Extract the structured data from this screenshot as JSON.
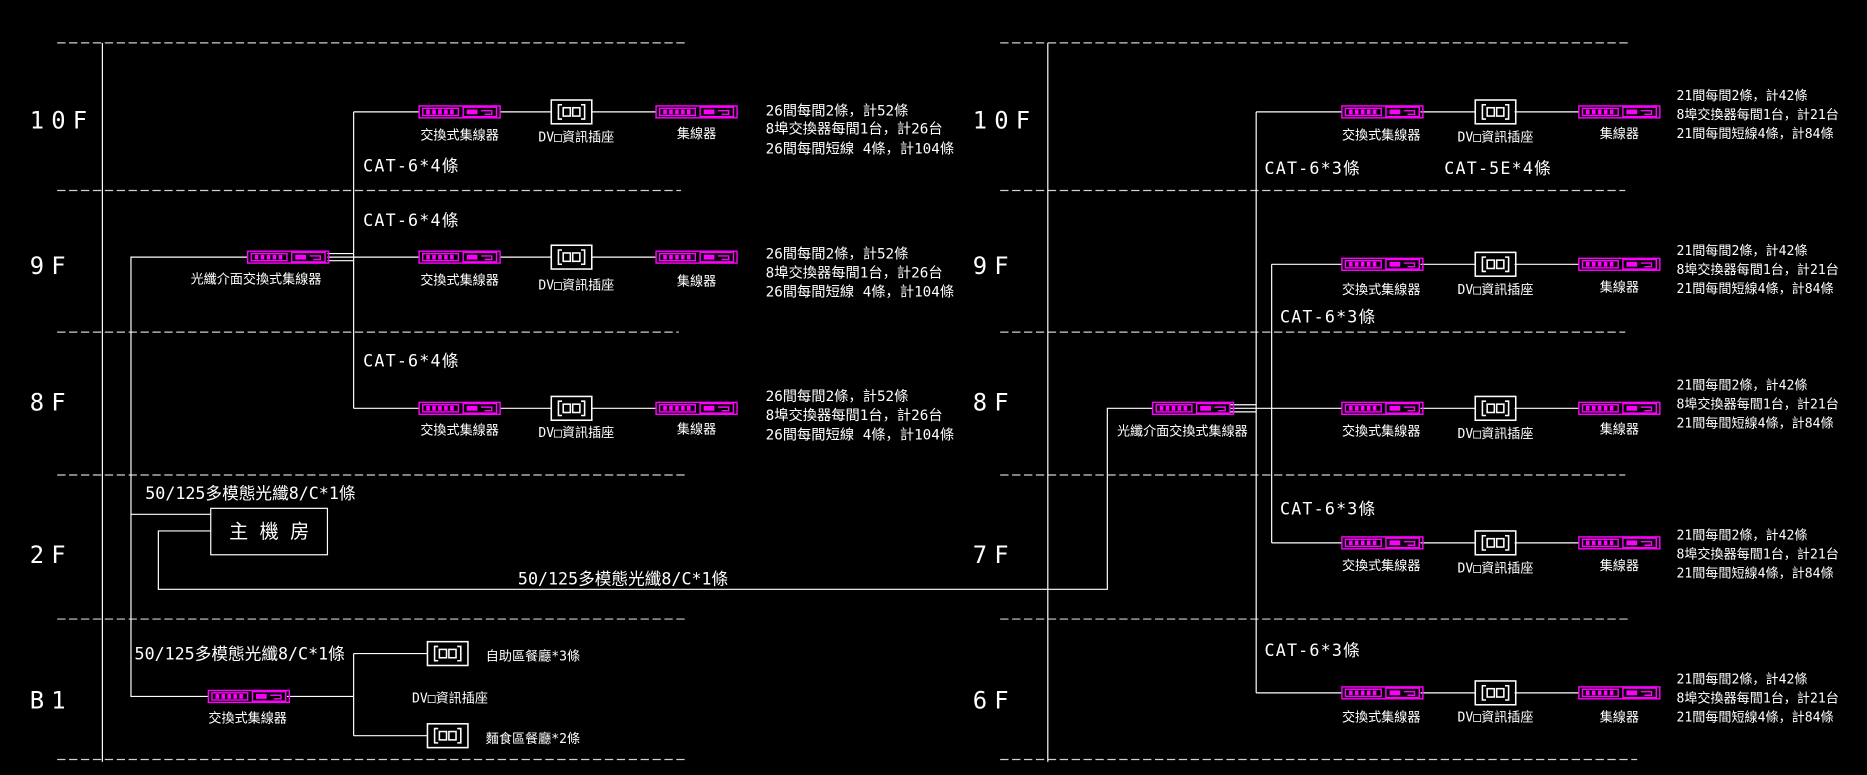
{
  "colors": {
    "background": "#000000",
    "line": "#ffffff",
    "device": "#ff00ff",
    "divider": "#cfcfcf"
  },
  "icons": {
    "switch": "network-switch-icon",
    "hub": "hub-icon",
    "fiber_switch": "fiber-switch-icon",
    "outlet": "data-outlet-icon"
  },
  "left": {
    "floors": [
      "10F",
      "9F",
      "8F",
      "2F",
      "B1"
    ],
    "fiber_switch_label": "光纖介面交換式集線器",
    "cable_labels": [
      "CAT-6*4條",
      "CAT-6*4條",
      "CAT-6*4條"
    ],
    "rows": [
      {
        "switch_label": "交換式集線器",
        "outlet_label": "DV□資訊插座",
        "hub_label": "集線器",
        "notes": [
          "26間每間2條，計52條",
          "8埠交換器每間1台，計26台",
          "26間每間短線 4條，計104條"
        ]
      },
      {
        "switch_label": "交換式集線器",
        "outlet_label": "DV□資訊插座",
        "hub_label": "集線器",
        "notes": [
          "26間每間2條，計52條",
          "8埠交換器每間1台，計26台",
          "26間每間短線 4條，計104條"
        ]
      },
      {
        "switch_label": "交換式集線器",
        "outlet_label": "DV□資訊插座",
        "hub_label": "集線器",
        "notes": [
          "26間每間2條，計52條",
          "8埠交換器每間1台，計26台",
          "26間每間短線 4條，計104條"
        ]
      }
    ],
    "server_room": {
      "label": "主 機 房",
      "fiber_label": "50/125多模態光纖8/C*1條"
    },
    "b1": {
      "fiber_label": "50/125多模態光纖8/C*1條",
      "switch_label": "交換式集線器",
      "outlet_label": "DV□資訊插座",
      "outlets": [
        "自助區餐廳*3條",
        "麵食區餐廳*2條"
      ]
    }
  },
  "trunk_fiber_label": "50/125多模態光纖8/C*1條",
  "right": {
    "floors": [
      "10F",
      "9F",
      "8F",
      "7F",
      "6F"
    ],
    "fiber_switch_label": "光纖介面交換式集線器",
    "cable_labels": [
      "CAT-6*3條",
      "CAT-5E*4條",
      "CAT-6*3條",
      "CAT-6*3條",
      "CAT-6*3條"
    ],
    "rows": [
      {
        "switch_label": "交換式集線器",
        "outlet_label": "DV□資訊插座",
        "hub_label": "集線器",
        "notes": [
          "21間每間2條，計42條",
          "8埠交換器每間1台，計21台",
          "21間每間短線4條，計84條"
        ]
      },
      {
        "switch_label": "交換式集線器",
        "outlet_label": "DV□資訊插座",
        "hub_label": "集線器",
        "notes": [
          "21間每間2條，計42條",
          "8埠交換器每間1台，計21台",
          "21間每間短線4條，計84條"
        ]
      },
      {
        "switch_label": "交換式集線器",
        "outlet_label": "DV□資訊插座",
        "hub_label": "集線器",
        "notes": [
          "21間每間2條，計42條",
          "8埠交換器每間1台，計21台",
          "21間每間短線4條，計84條"
        ]
      },
      {
        "switch_label": "交換式集線器",
        "outlet_label": "DV□資訊插座",
        "hub_label": "集線器",
        "notes": [
          "21間每間2條，計42條",
          "8埠交換器每間1台，計21台",
          "21間每間短線4條，計84條"
        ]
      },
      {
        "switch_label": "交換式集線器",
        "outlet_label": "DV□資訊插座",
        "hub_label": "集線器",
        "notes": [
          "21間每間2條，計42條",
          "8埠交換器每間1台，計21台",
          "21間每間短線4條，計84條"
        ]
      }
    ]
  }
}
